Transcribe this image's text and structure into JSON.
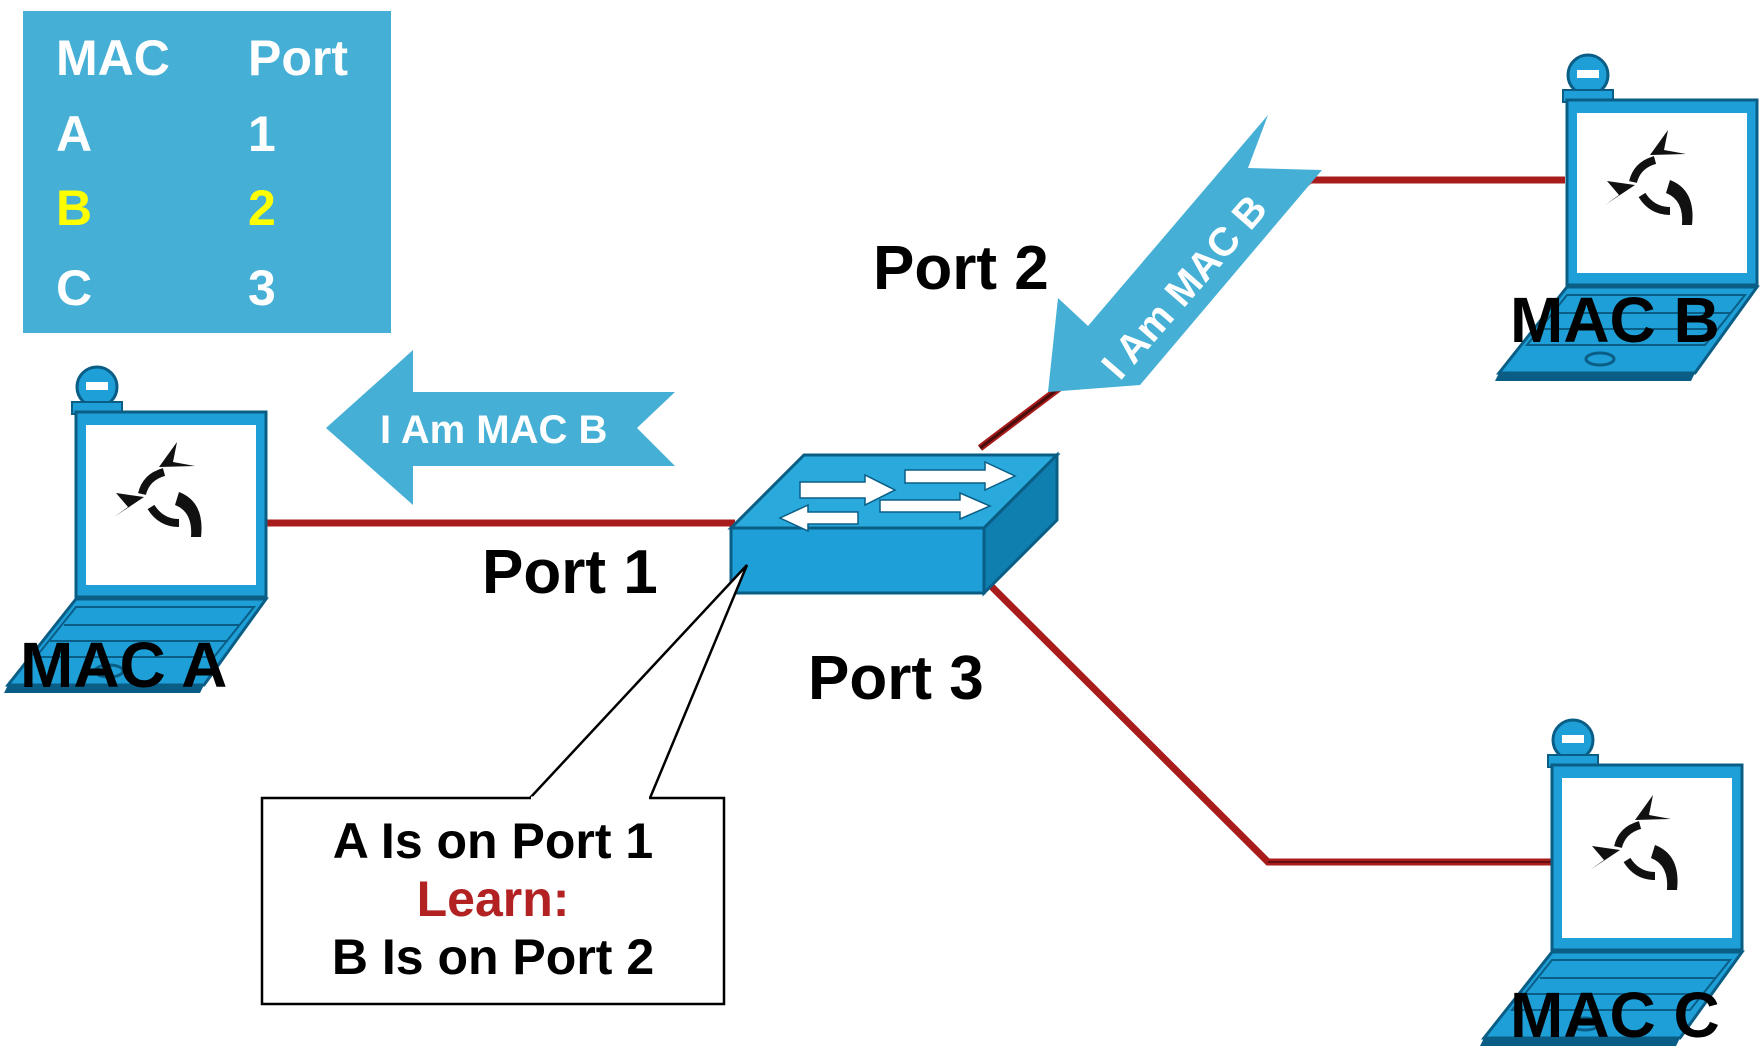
{
  "mac_table": {
    "header": {
      "mac": "MAC",
      "port": "Port"
    },
    "rows": [
      {
        "mac": "A",
        "port": "1"
      },
      {
        "mac": "B",
        "port": "2"
      },
      {
        "mac": "C",
        "port": "3"
      }
    ]
  },
  "hosts": {
    "a": "MAC A",
    "b": "MAC B",
    "c": "MAC C"
  },
  "ports": {
    "p1": "Port 1",
    "p2": "Port 2",
    "p3": "Port 3"
  },
  "frames": {
    "incoming": "I Am MAC B",
    "outgoing": "I Am MAC B"
  },
  "callout": {
    "line1": "A Is on Port 1",
    "line2": "Learn:",
    "line3": "B Is on Port 2"
  },
  "colors": {
    "blue": "#45AFD6",
    "device_blue": "#1E9FD8",
    "link_red": "#A81C1C",
    "highlight_yellow": "#FFFF00",
    "learn_red": "#B22222"
  }
}
